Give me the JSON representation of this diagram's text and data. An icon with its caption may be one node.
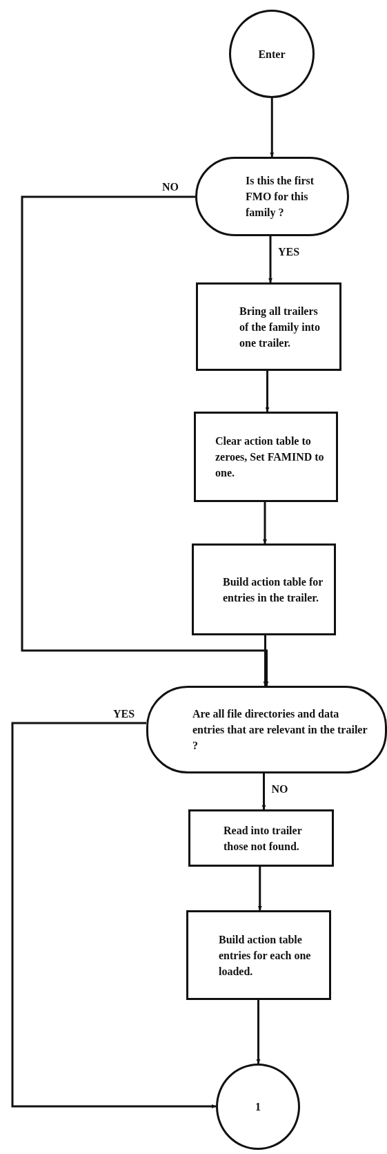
{
  "diagram": {
    "nodes": [
      {
        "text": [
          "Enter"
        ]
      },
      {
        "text": [
          "Is this the first FMO for this family ?"
        ]
      },
      {
        "text": [
          "Bring all trailers of the family into one trailer."
        ]
      },
      {
        "text": [
          "Clear action table to zeroes, Set FAMIND to one."
        ]
      },
      {
        "text": [
          "Build action table for entries in the trailer."
        ]
      },
      {
        "text": [
          "Are all file directories and data entries that are relevant in the trailer ?"
        ]
      },
      {
        "text": [
          "Read into trailer those not found."
        ]
      },
      {
        "text": [
          "Build action table entries for each one loaded."
        ]
      },
      {
        "text": [
          "1"
        ]
      }
    ],
    "edges": [
      {
        "from": 0,
        "to": 1,
        "arrow": "to"
      },
      {
        "from": 1,
        "to": 2,
        "arrow": "to",
        "label": "YES"
      },
      {
        "from": 1,
        "to": 5,
        "arrow": "to",
        "label": "NO"
      },
      {
        "from": 2,
        "to": 3,
        "arrow": "to"
      },
      {
        "from": 3,
        "to": 4,
        "arrow": "to"
      },
      {
        "from": 4,
        "to": 5,
        "arrow": "to"
      },
      {
        "from": 5,
        "to": 6,
        "arrow": "to",
        "label": "NO"
      },
      {
        "from": 6,
        "to": 7,
        "arrow": "to"
      },
      {
        "from": 7,
        "to": 8,
        "arrow": "to"
      },
      {
        "from": 5,
        "to": 8,
        "arrow": "to",
        "label": "YES"
      }
    ]
  }
}
